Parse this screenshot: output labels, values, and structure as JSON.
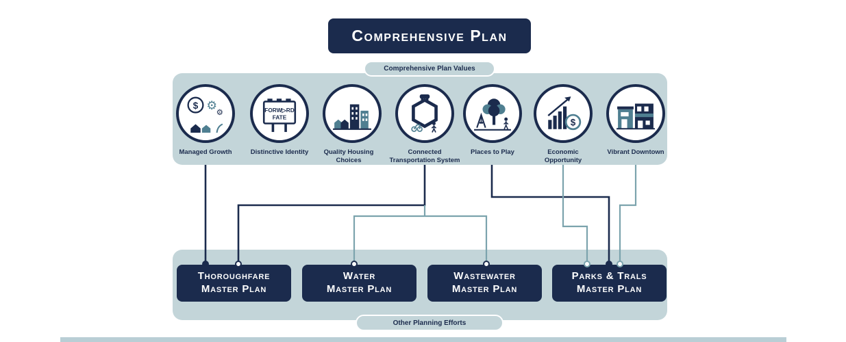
{
  "title": "Comprehensive Plan",
  "colors": {
    "navy": "#1b2b4d",
    "teal": "#4f7f91",
    "panel_blue": "#c3d5d9",
    "slate_line": "#7ba3ad",
    "white": "#ffffff"
  },
  "values_panel": {
    "label": "Comprehensive Plan Values",
    "items": [
      {
        "id": "managed-growth",
        "label": "Managed Growth",
        "icon": "managed-growth-icon"
      },
      {
        "id": "distinctive-identity",
        "label": "Distinctive Identity",
        "icon": "billboard-icon",
        "billboard_line1": "FORW▷RD",
        "billboard_line2": "FATE"
      },
      {
        "id": "quality-housing-choices",
        "label": "Quality Housing Choices",
        "icon": "housing-icon"
      },
      {
        "id": "connected-transportation-system",
        "label": "Connected Transportation System",
        "icon": "transportation-cycle-icon"
      },
      {
        "id": "places-to-play",
        "label": "Places to Play",
        "icon": "park-tree-icon"
      },
      {
        "id": "economic-opportunity",
        "label": "Economic Opportunity",
        "icon": "chart-coin-icon"
      },
      {
        "id": "vibrant-downtown",
        "label": "Vibrant Downtown",
        "icon": "storefront-icon"
      }
    ]
  },
  "plans_panel": {
    "label": "Other Planning Efforts",
    "items": [
      {
        "id": "thoroughfare",
        "line1": "Thoroughfare",
        "line2": "Master Plan"
      },
      {
        "id": "water",
        "line1": "Water",
        "line2": "Master Plan"
      },
      {
        "id": "wastewater",
        "line1": "Wastewater",
        "line2": "Master Plan"
      },
      {
        "id": "parks-trails",
        "line1": "Parks & Trals",
        "line2": "Master Plan"
      }
    ]
  },
  "connections": [
    {
      "from": "Managed Growth",
      "to": "Thoroughfare Master Plan"
    },
    {
      "from": "Connected Transportation System",
      "to": "Thoroughfare Master Plan"
    },
    {
      "from": "Connected Transportation System",
      "to": "Water Master Plan"
    },
    {
      "from": "Connected Transportation System",
      "to": "Wastewater Master Plan"
    },
    {
      "from": "Places to Play",
      "to": "Parks & Trals Master Plan"
    },
    {
      "from": "Economic Opportunity",
      "to": "Parks & Trals Master Plan"
    },
    {
      "from": "Vibrant Downtown",
      "to": "Parks & Trals Master Plan"
    }
  ]
}
